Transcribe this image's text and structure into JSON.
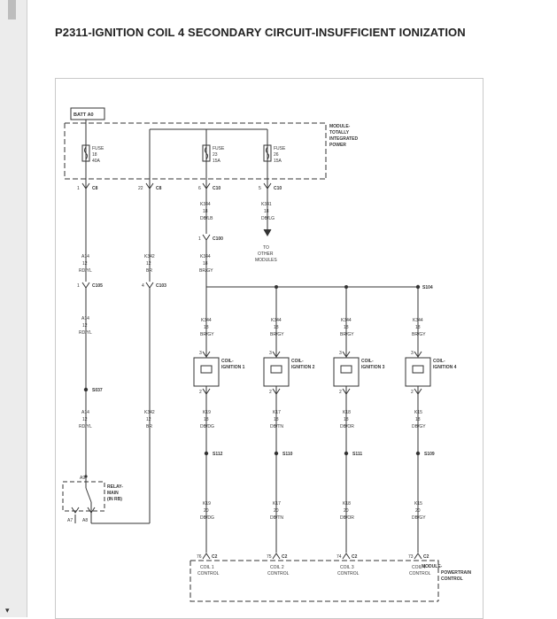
{
  "page": {
    "title": "P2311-IGNITION COIL 4 SECONDARY CIRCUIT-INSUFFICIENT IONIZATION"
  },
  "diagram": {
    "batt_label": "BATT A0",
    "tipm_label": [
      "MODULE-",
      "TOTALLY",
      "INTEGRATED",
      "POWER"
    ],
    "fuse1": [
      "FUSE",
      "18",
      "40A"
    ],
    "fuse2": [
      "FUSE",
      "23",
      "15A"
    ],
    "fuse3": [
      "FUSE",
      "26",
      "15A"
    ],
    "c8a_pin": "1",
    "c8a": "C8",
    "c8b_pin": "22",
    "c8b": "C8",
    "c10a_pin": "6",
    "c10a": "C10",
    "c10b_pin": "5",
    "c10b": "C10",
    "w_k344a": [
      "K344",
      "18",
      "DB/LB"
    ],
    "w_k341": [
      "K341",
      "18",
      "DB/LG"
    ],
    "c100_pin": "1",
    "c100": "C100",
    "to_other": [
      "TO",
      "OTHER",
      "MODULES"
    ],
    "w_a14a": [
      "A14",
      "12",
      "RD/YL"
    ],
    "w_k342a": [
      "K342",
      "12",
      "BR"
    ],
    "w_k344b": [
      "K344",
      "18",
      "BR/GY"
    ],
    "c105_pin": "1",
    "c105": "C105",
    "c103_pin": "4",
    "c103": "C103",
    "s104": "S104",
    "w_a14b": [
      "A14",
      "12",
      "RD/YL"
    ],
    "s037": "S037",
    "w_a14c": [
      "A14",
      "12",
      "RD/YL"
    ],
    "w_k342b": [
      "K342",
      "12",
      "BR"
    ],
    "relay_label": [
      "RELAY-",
      "MAIN",
      "(IN RB)"
    ],
    "relay_pin_a": "A7",
    "relay_pin_b": "A8",
    "relay_pin_top": "A9",
    "coils": [
      {
        "name": [
          "COIL-",
          "IGNITION 1"
        ],
        "top_wire": [
          "K344",
          "18",
          "BR/GY"
        ],
        "pin_top": "3",
        "pin_bot": "2",
        "bot_wire": [
          "K19",
          "18",
          "DB/DG"
        ],
        "splice": "S112",
        "mod_wire": [
          "K19",
          "20",
          "DB/DG"
        ],
        "mod_pin": "76",
        "mod_conn": "C2",
        "control": [
          "COIL 1",
          "CONTROL"
        ]
      },
      {
        "name": [
          "COIL-",
          "IGNITION 2"
        ],
        "top_wire": [
          "K344",
          "18",
          "BR/GY"
        ],
        "pin_top": "3",
        "pin_bot": "2",
        "bot_wire": [
          "K17",
          "18",
          "DB/TN"
        ],
        "splice": "S110",
        "mod_wire": [
          "K17",
          "20",
          "DB/TN"
        ],
        "mod_pin": "75",
        "mod_conn": "C2",
        "control": [
          "COIL 2",
          "CONTROL"
        ]
      },
      {
        "name": [
          "COIL-",
          "IGNITION 3"
        ],
        "top_wire": [
          "K344",
          "18",
          "BR/GY"
        ],
        "pin_top": "3",
        "pin_bot": "2",
        "bot_wire": [
          "K18",
          "18",
          "DB/OR"
        ],
        "splice": "S111",
        "mod_wire": [
          "K18",
          "20",
          "DB/OR"
        ],
        "mod_pin": "74",
        "mod_conn": "C2",
        "control": [
          "COIL 3",
          "CONTROL"
        ]
      },
      {
        "name": [
          "COIL-",
          "IGNITION 4"
        ],
        "top_wire": [
          "K344",
          "18",
          "BR/GY"
        ],
        "pin_top": "3",
        "pin_bot": "2",
        "bot_wire": [
          "K15",
          "18",
          "DB/GY"
        ],
        "splice": "S109",
        "mod_wire": [
          "K15",
          "20",
          "DB/GY"
        ],
        "mod_pin": "73",
        "mod_conn": "C2",
        "control": [
          "COIL 4",
          "CONTROL"
        ]
      }
    ],
    "pcm_label": [
      "MODULE-",
      "POWERTRAIN",
      "CONTROL"
    ]
  }
}
